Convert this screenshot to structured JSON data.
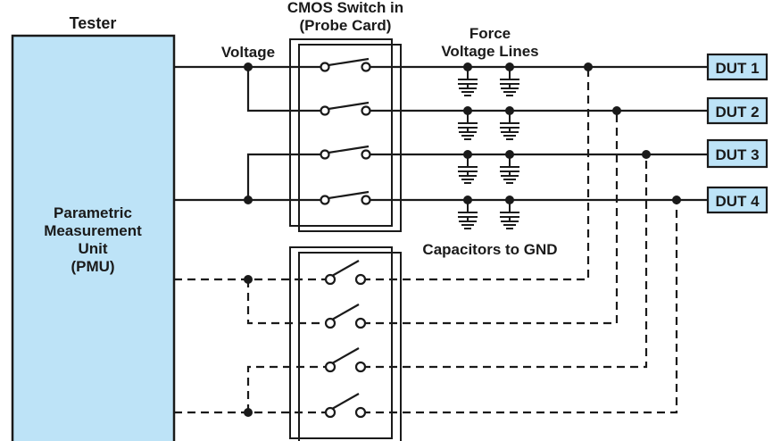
{
  "labels": {
    "tester": "Tester",
    "cmos_switch_line1": "CMOS Switch in",
    "cmos_switch_line2": "(Probe Card)",
    "voltage": "Voltage",
    "force_line1": "Force",
    "force_line2": "Voltage Lines",
    "capacitors": "Capacitors to GND",
    "pmu_line1": "Parametric",
    "pmu_line2": "Measurement",
    "pmu_line3": "Unit",
    "pmu_line4": "(PMU)"
  },
  "duts": [
    {
      "label": "DUT 1"
    },
    {
      "label": "DUT 2"
    },
    {
      "label": "DUT 3"
    },
    {
      "label": "DUT 4"
    }
  ],
  "colors": {
    "tester_fill": "#bde3f7",
    "dut_fill": "#bde3f7",
    "line": "#1a1a1a"
  }
}
